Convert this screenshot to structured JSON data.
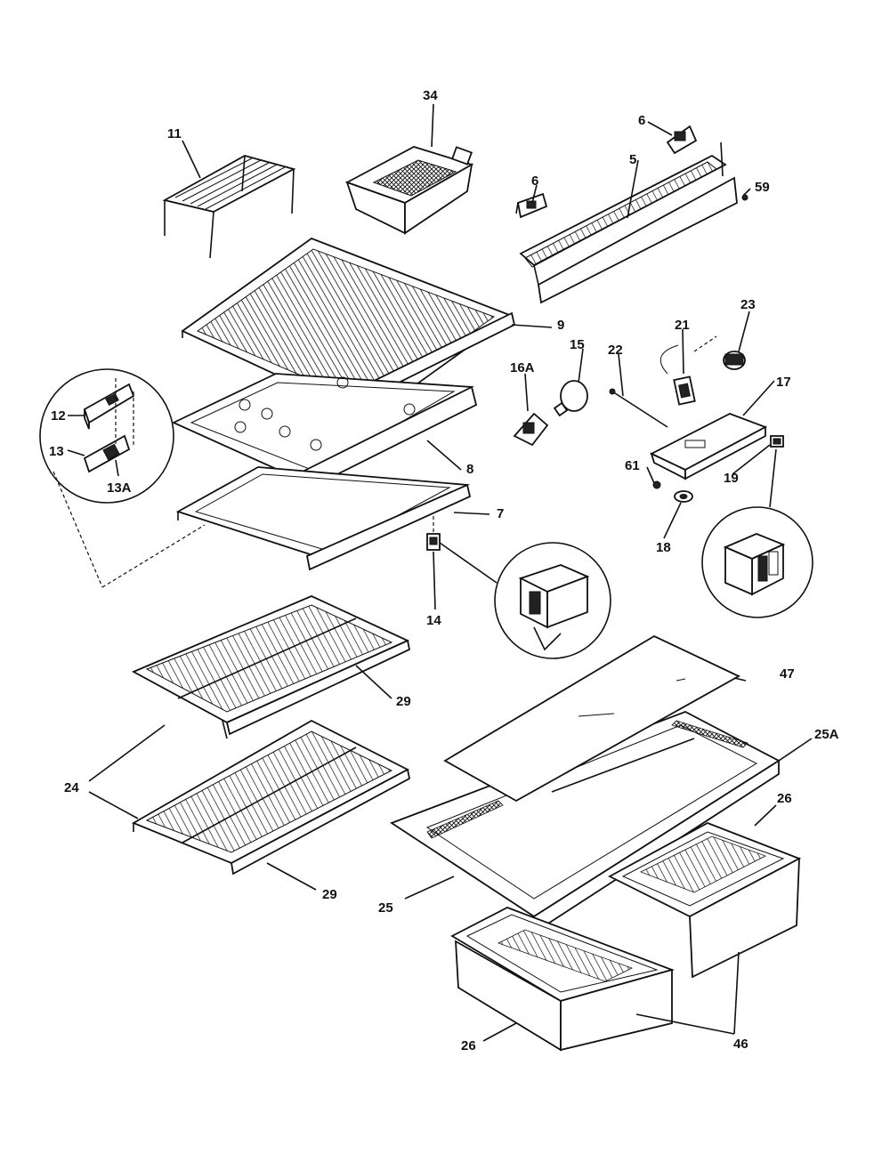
{
  "callouts": [
    {
      "id": "c-11",
      "text": "11"
    },
    {
      "id": "c-34",
      "text": "34"
    },
    {
      "id": "c-6a",
      "text": "6"
    },
    {
      "id": "c-5",
      "text": "5"
    },
    {
      "id": "c-6b",
      "text": "6"
    },
    {
      "id": "c-59",
      "text": "59"
    },
    {
      "id": "c-9",
      "text": "9"
    },
    {
      "id": "c-15",
      "text": "15"
    },
    {
      "id": "c-22",
      "text": "22"
    },
    {
      "id": "c-21",
      "text": "21"
    },
    {
      "id": "c-23",
      "text": "23"
    },
    {
      "id": "c-16a",
      "text": "16A"
    },
    {
      "id": "c-17",
      "text": "17"
    },
    {
      "id": "c-12",
      "text": "12"
    },
    {
      "id": "c-13",
      "text": "13"
    },
    {
      "id": "c-13a",
      "text": "13A"
    },
    {
      "id": "c-8",
      "text": "8"
    },
    {
      "id": "c-61",
      "text": "61"
    },
    {
      "id": "c-19",
      "text": "19"
    },
    {
      "id": "c-7",
      "text": "7"
    },
    {
      "id": "c-18",
      "text": "18"
    },
    {
      "id": "c-14",
      "text": "14"
    },
    {
      "id": "c-47",
      "text": "47"
    },
    {
      "id": "c-29a",
      "text": "29"
    },
    {
      "id": "c-25a",
      "text": "25A"
    },
    {
      "id": "c-24",
      "text": "24"
    },
    {
      "id": "c-26a",
      "text": "26"
    },
    {
      "id": "c-29b",
      "text": "29"
    },
    {
      "id": "c-25",
      "text": "25"
    },
    {
      "id": "c-26b",
      "text": "26"
    },
    {
      "id": "c-46",
      "text": "46"
    }
  ]
}
